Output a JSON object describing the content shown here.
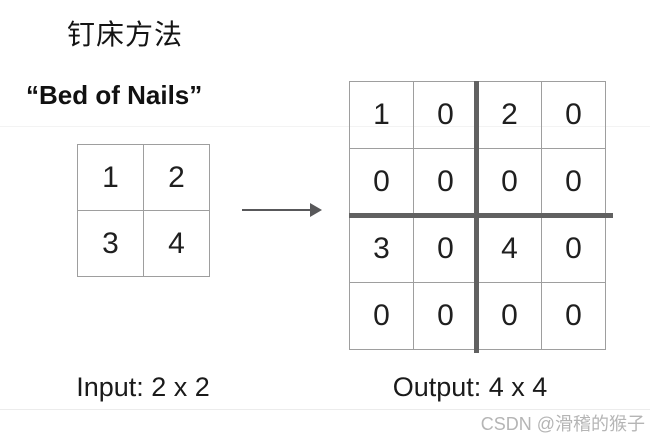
{
  "titles": {
    "chinese": "钉床方法",
    "english": "“Bed of Nails”"
  },
  "input_grid": {
    "label": "Input: 2 x 2",
    "rows": [
      [
        "1",
        "2"
      ],
      [
        "3",
        "4"
      ]
    ]
  },
  "output_grid": {
    "label": "Output: 4 x 4",
    "rows": [
      [
        "1",
        "0",
        "2",
        "0"
      ],
      [
        "0",
        "0",
        "0",
        "0"
      ],
      [
        "3",
        "0",
        "4",
        "0"
      ],
      [
        "0",
        "0",
        "0",
        "0"
      ]
    ]
  },
  "icons": {
    "arrow": "right-arrow"
  },
  "watermark": "CSDN @滑稽的猴子",
  "colors": {
    "background": "#ffffff",
    "text": "#1a1a1a",
    "grid_line": "#9e9e9e",
    "quadrant_divider": "#616161",
    "arrow": "#58585a",
    "watermark": "#b5b5b5"
  }
}
